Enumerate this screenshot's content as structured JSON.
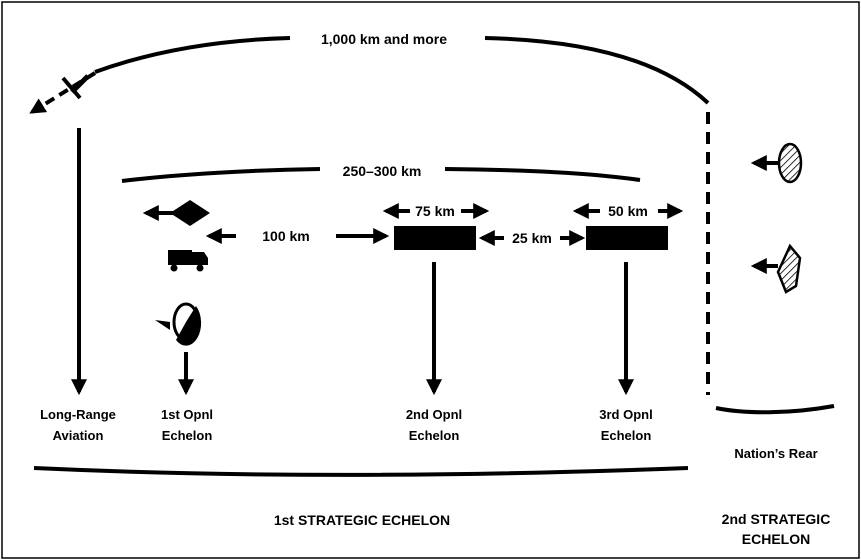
{
  "distances": {
    "overall": "1,000 km and more",
    "operational_front": "250–300 km",
    "first_to_second": "100 km",
    "second_width": "75 km",
    "second_to_third": "25 km",
    "third_width": "50 km"
  },
  "echelons": {
    "long_range_line1": "Long-Range",
    "long_range_line2": "Aviation",
    "first_line1": "1st Opnl",
    "first_line2": "Echelon",
    "second_line1": "2nd Opnl",
    "second_line2": "Echelon",
    "third_line1": "3rd Opnl",
    "third_line2": "Echelon",
    "nations_rear": "Nation’s Rear"
  },
  "strategic": {
    "first": "1st STRATEGIC ECHELON",
    "second_line1": "2nd STRATEGIC",
    "second_line2": "ECHELON"
  },
  "colors": {
    "ink": "#000000",
    "background": "#ffffff"
  }
}
